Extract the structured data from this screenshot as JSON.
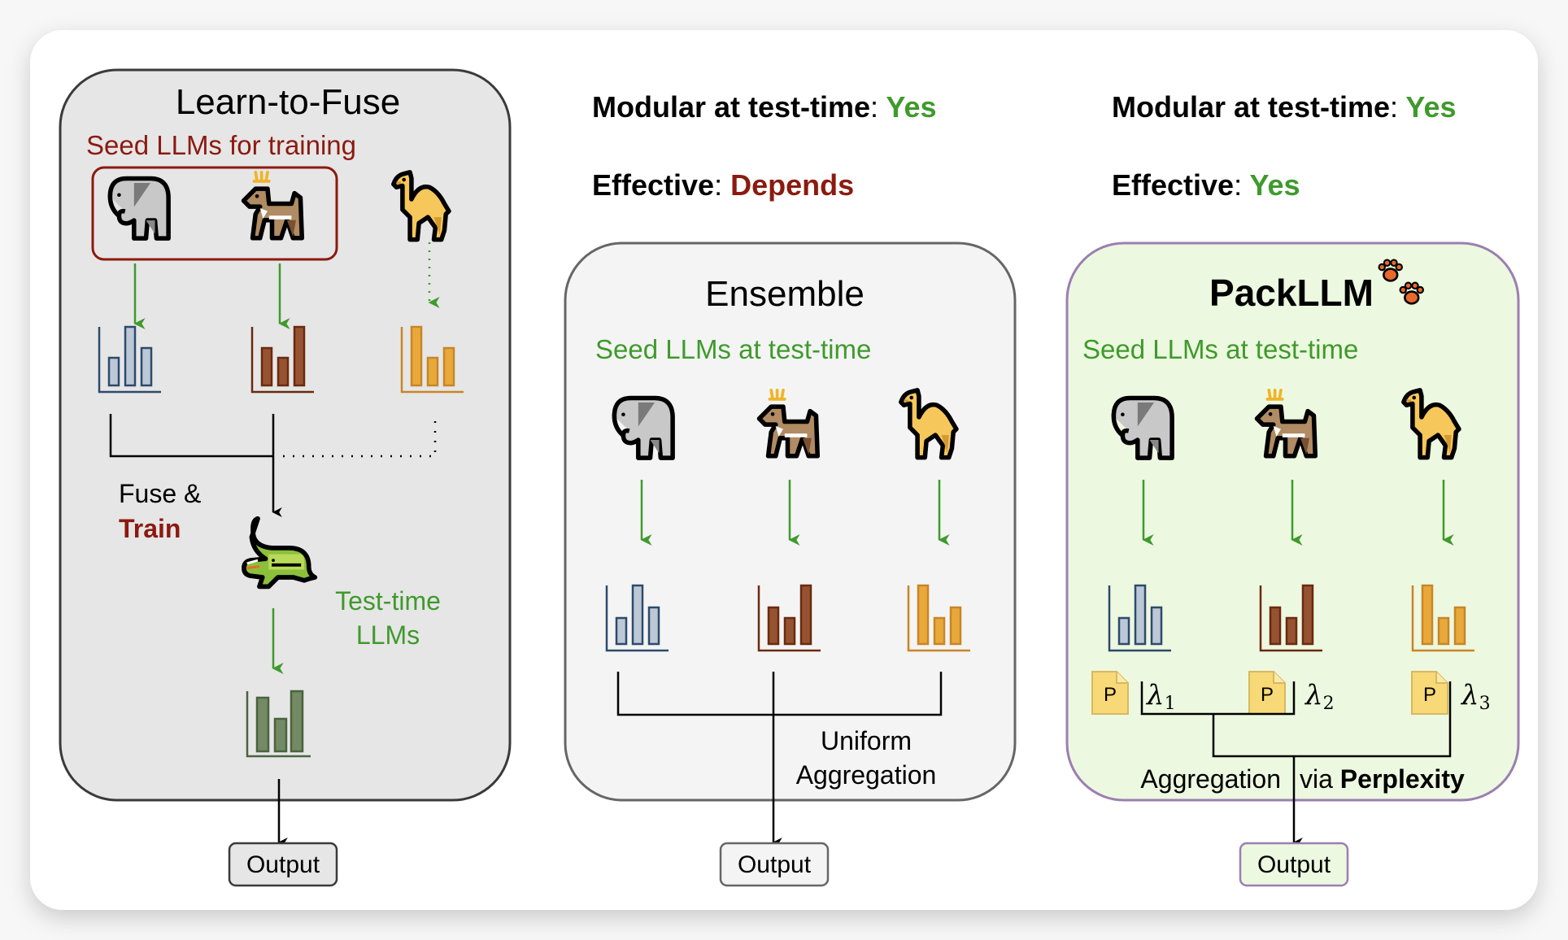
{
  "colors": {
    "green": "#3f9a2c",
    "red": "#8b1a10",
    "black": "#000000",
    "left_panel_bg": "#e6e6e6",
    "middle_panel_bg": "#f4f4f4",
    "right_panel_bg": "#edf8e0",
    "right_panel_border": "#9b7fb0",
    "seed_box_border": "#8b1a10",
    "hist_blue": "#bcc8d6",
    "hist_blue_stroke": "#2d4a6b",
    "hist_brown": "#955332",
    "hist_brown_stroke": "#6a2a10",
    "hist_orange": "#e8a93a",
    "hist_orange_stroke": "#c88528",
    "hist_green": "#738b64",
    "hist_green_stroke": "#4a6340"
  },
  "left": {
    "title": "Learn-to-Fuse",
    "seed_label": "Seed LLMs for training",
    "fuse_label": "Fuse &",
    "train_label": "Train",
    "testtime_label_1": "Test-time",
    "testtime_label_2": "LLMs",
    "output_label": "Output",
    "models": [
      "elephant",
      "deer",
      "camel"
    ],
    "fused_model": "crocodile"
  },
  "middle": {
    "modular_label": "Modular at test-time",
    "modular_value": "Yes",
    "effective_label": "Effective",
    "effective_value": "Depends",
    "title": "Ensemble",
    "seed_label": "Seed LLMs at test-time",
    "agg_label_1": "Uniform",
    "agg_label_2": "Aggregation",
    "output_label": "Output",
    "models": [
      "elephant",
      "deer",
      "camel"
    ]
  },
  "right": {
    "modular_label": "Modular at test-time",
    "modular_value": "Yes",
    "effective_label": "Effective",
    "effective_value": "Yes",
    "title": "PackLLM",
    "seed_label": "Seed LLMs at test-time",
    "perplexity_badge": "P",
    "lambda_1": "λ",
    "lambda_1_sub": "1",
    "lambda_2": "λ",
    "lambda_2_sub": "2",
    "lambda_3": "λ",
    "lambda_3_sub": "3",
    "agg_label": "Aggregation",
    "agg_via": "via",
    "agg_bold": "Perplexity",
    "output_label": "Output",
    "models": [
      "elephant",
      "deer",
      "camel"
    ]
  },
  "separator": ":"
}
